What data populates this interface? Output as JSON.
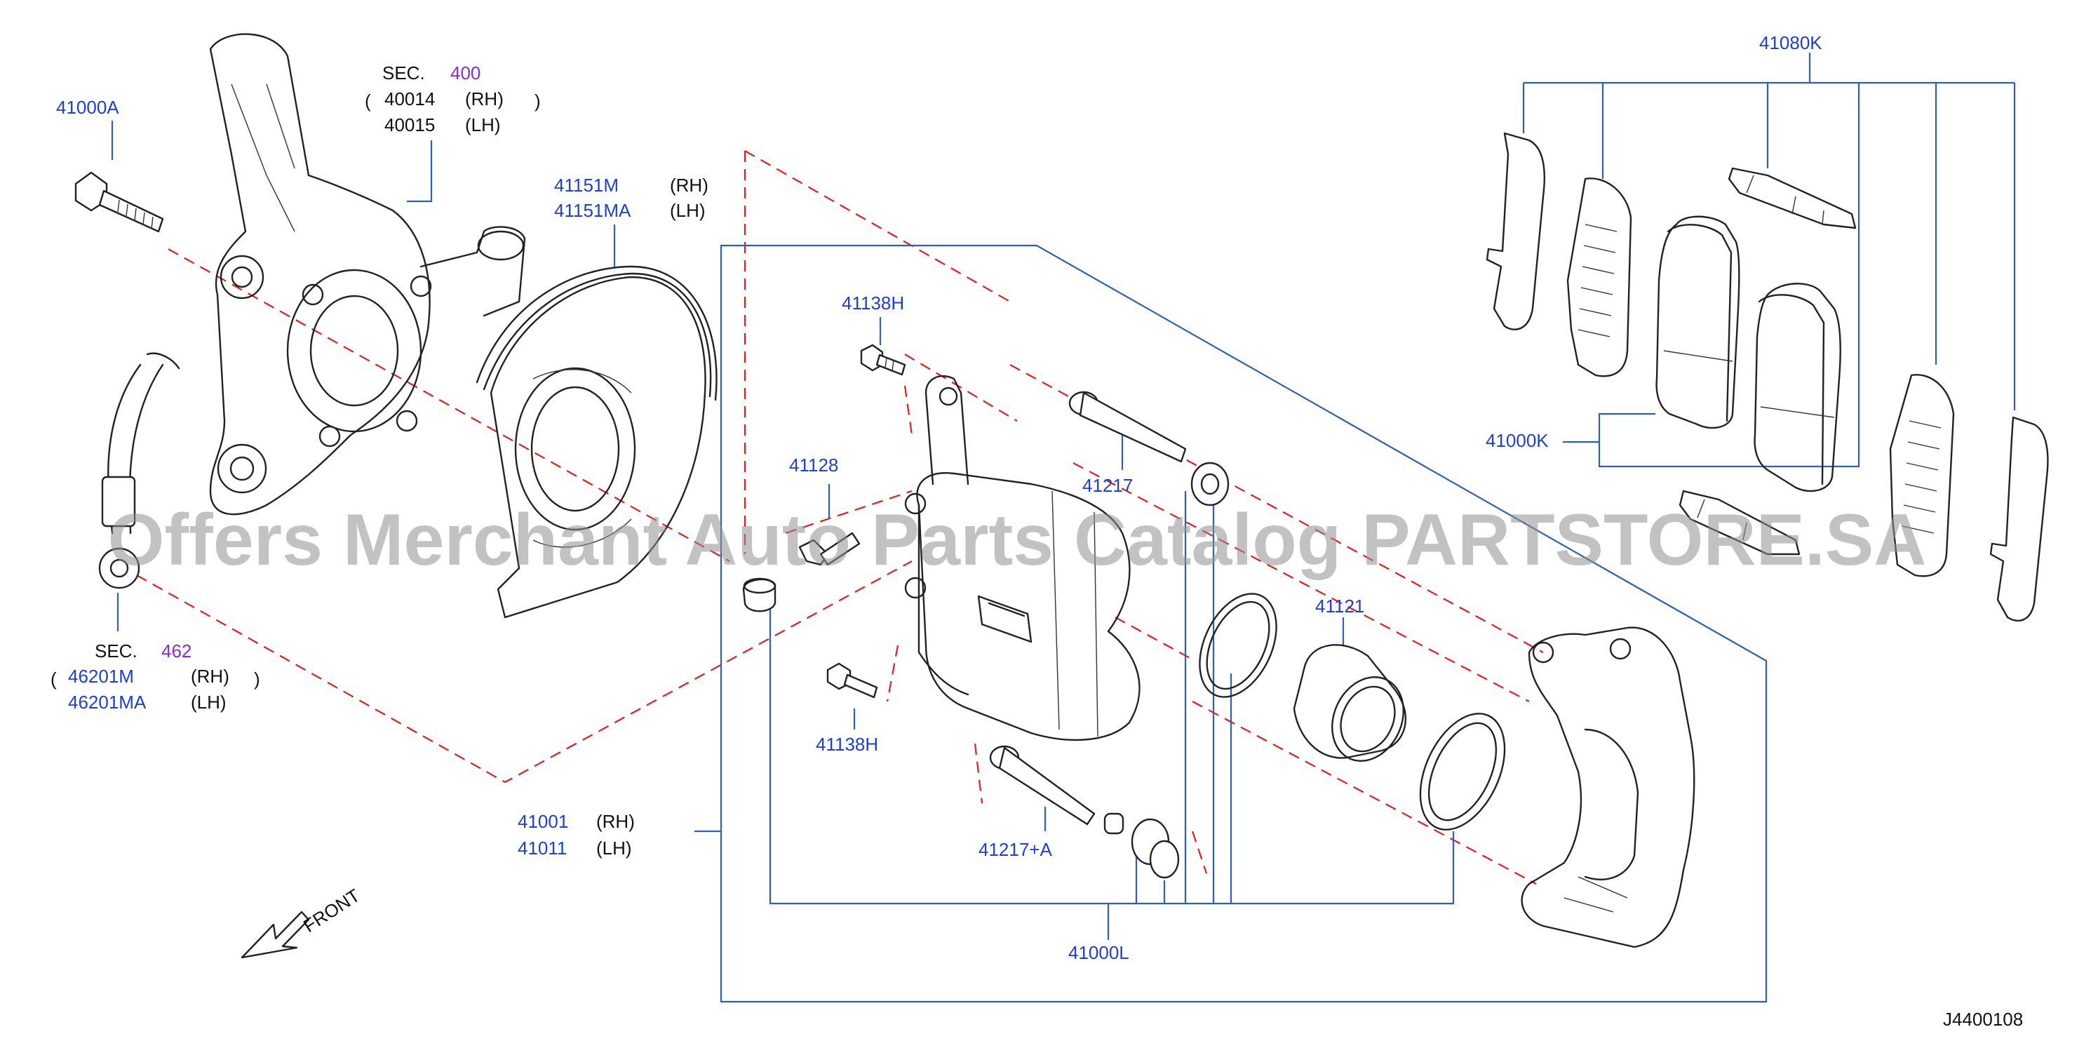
{
  "labels": {
    "hub_bolt": "41000A",
    "sec_400": "SEC.",
    "sec_400_num": "400",
    "knuckle_rh_pn": "40014",
    "knuckle_rh_side": "(RH)",
    "knuckle_lh_pn": "40015",
    "knuckle_lh_side": "(LH)",
    "baffle_rh_pn": "41151M",
    "baffle_rh_side": "(RH)",
    "baffle_lh_pn": "41151MA",
    "baffle_lh_side": "(LH)",
    "sec_462": "SEC.",
    "sec_462_num": "462",
    "hose_rh_pn": "46201M",
    "hose_rh_side": "(RH)",
    "hose_lh_pn": "46201MA",
    "hose_lh_side": "(LH)",
    "caliper_bolt_top": "41138H",
    "bleeder": "41128",
    "pin_upper": "41217",
    "piston": "41121",
    "caliper_bolt_bottom": "41138H",
    "pin_lower": "41217+A",
    "seal_kit": "41000L",
    "caliper_rh_pn": "41001",
    "caliper_rh_side": "(RH)",
    "caliper_lh_pn": "41011",
    "caliper_lh_side": "(LH)",
    "pad_kit": "41080K",
    "pad_set": "41000K",
    "front": "FRONT",
    "diagram_code": "J4400108",
    "watermark": "Offers Merchant Auto Parts Catalog PARTSTORE.SA"
  },
  "colors": {
    "part_number": "#1f3fd1",
    "section_ref": "#8a2be2",
    "callout_line": "#2f5fb0",
    "alignment_line": "#e31c1c",
    "outline": "#222222"
  }
}
